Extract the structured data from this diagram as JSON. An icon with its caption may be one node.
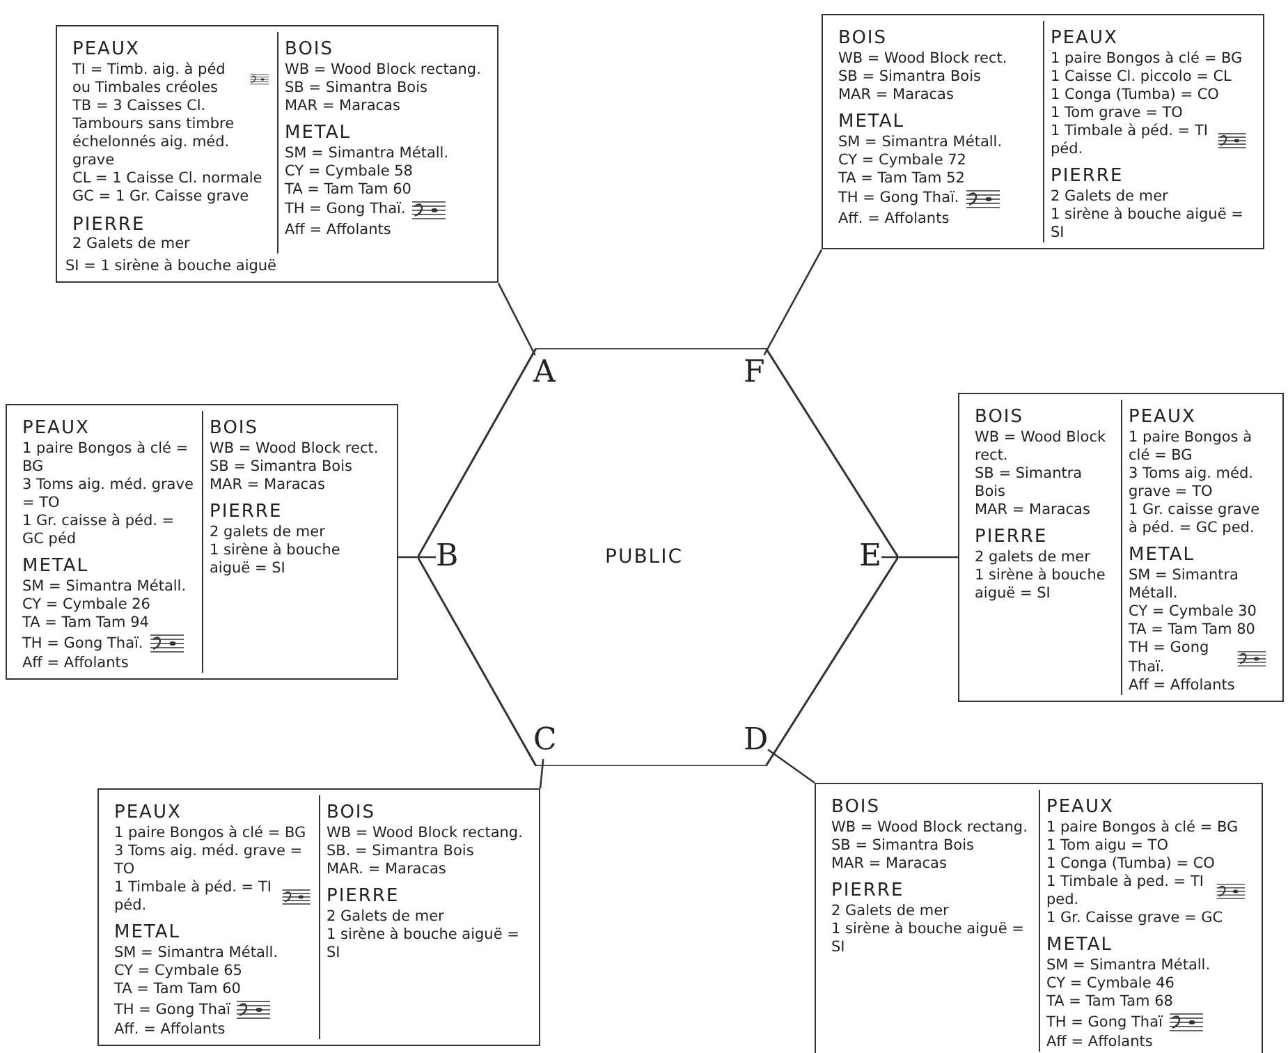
{
  "diagram": {
    "nodes": [
      {
        "text": [
          "PEAUX",
          "TI = Timb. aig. à péd ou Timbales créoles",
          "TB = 3 Caisses Cl. Tambours sans timbre échelonnés aig. méd. grave",
          "CL = 1 Caisse Cl. normale",
          "GC = 1 Gr. Caisse grave",
          "PIERRE",
          "2 Galets de mer",
          "BOIS",
          "WB = Wood Block rectang.",
          "SB = Simantra Bois",
          "MAR = Maracas",
          "METAL",
          "SM = Simantra Métall.",
          "CY = Cymbale 58",
          "TA = Tam Tam 60",
          "TH = Gong Thaï.",
          "Aff = Affolants",
          "SI = 1 sirène à bouche aiguë"
        ]
      },
      {
        "text": [
          "BOIS",
          "WB = Wood Block rect.",
          "SB = Simantra Bois",
          "MAR = Maracas",
          "METAL",
          "SM = Simantra Métall.",
          "CY = Cymbale 72",
          "TA = Tam Tam 52",
          "TH = Gong Thaï.",
          "Aff. = Affolants",
          "PEAUX",
          "1 paire Bongos à clé = BG",
          "1 Caisse Cl. piccolo = CL",
          "1 Conga (Tumba) = CO",
          "1 Tom grave = TO",
          "1 Timbale à péd. = TI péd.",
          "PIERRE",
          "2 Galets de mer",
          "1 sirène à bouche aiguë = SI"
        ]
      },
      {
        "text": [
          "PUBLIC"
        ]
      },
      {
        "text": [
          "A"
        ],
        "in": 2
      },
      {
        "text": [
          "F"
        ],
        "in": 2
      },
      {
        "text": [
          "PEAUX",
          "1 paire Bongos à clé = BG",
          "3 Toms aig. méd. grave = TO",
          "1 Gr. caisse à péd. = GC péd",
          "METAL",
          "SM = Simantra Métall.",
          "CY = Cymbale 26",
          "TA = Tam Tam 94",
          "TH = Gong Thaï.",
          "Aff = Affolants",
          "BOIS",
          "WB = Wood Block rect.",
          "SB = Simantra Bois",
          "MAR = Maracas",
          "PIERRE",
          "2 galets de mer",
          "1 sirène à bouche aiguë = SI"
        ]
      },
      {
        "text": [
          "B"
        ],
        "in": 2
      },
      {
        "text": [
          "E"
        ],
        "in": 2
      },
      {
        "text": [
          "BOIS",
          "WB = Wood Block rect.",
          "SB = Simantra Bois",
          "MAR = Maracas",
          "PIERRE",
          "2 galets de mer",
          "1 sirène à bouche aiguë = SI",
          "PEAUX",
          "1 paire Bongos à clé = BG",
          "3 Toms aig. méd. grave = TO",
          "1 Gr. caisse grave à péd. = GC ped.",
          "METAL",
          "SM = Simantra Métall.",
          "CY = Cymbale 30",
          "TA = Tam Tam 80",
          "TH = Gong Thaï.",
          "Aff = Affolants"
        ]
      },
      {
        "text": [
          "C"
        ],
        "in": 2
      },
      {
        "text": [
          "D"
        ],
        "in": 2
      },
      {
        "text": [
          "PEAUX",
          "1 paire Bongos à clé = BG",
          "3 Toms aig. méd. grave = TO",
          "1 Timbale à péd. = TI péd.",
          "METAL",
          "SM = Simantra Métall.",
          "CY = Cymbale 65",
          "TA = Tam Tam 60",
          "TH = Gong Thaï",
          "Aff. = Affolants",
          "BOIS",
          "WB = Wood Block rectang.",
          "SB. = Simantra Bois",
          "MAR. = Maracas",
          "PIERRE",
          "2 Galets de mer",
          "1 sirène à bouche aiguë = SI"
        ]
      },
      {
        "text": [
          "BOIS",
          "WB = Wood Block rectang.",
          "SB = Simantra Bois",
          "MAR = Maracas",
          "PIERRE",
          "2 Galets de mer",
          "1 sirène à bouche aiguë = SI",
          "PEAUX",
          "1 paire Bongos à clé = BG",
          "1 Tom aigu = TO",
          "1 Conga (Tumba) = CO",
          "1 Timbale à ped. = TI ped.",
          "1 Gr. Caisse grave = GC",
          "METAL",
          "SM = Simantra Métall.",
          "CY = Cymbale 46",
          "TA = Tam Tam 68",
          "TH = Gong Thaï",
          "Aff = Affolants"
        ]
      }
    ],
    "edges": [
      {
        "from": 0,
        "to": 3,
        "arrow": "none"
      },
      {
        "from": 1,
        "to": 4,
        "arrow": "none"
      },
      {
        "from": 5,
        "to": 6,
        "arrow": "none"
      },
      {
        "from": 8,
        "to": 7,
        "arrow": "none"
      },
      {
        "from": 11,
        "to": 9,
        "arrow": "none"
      },
      {
        "from": 12,
        "to": 10,
        "arrow": "none"
      }
    ]
  }
}
